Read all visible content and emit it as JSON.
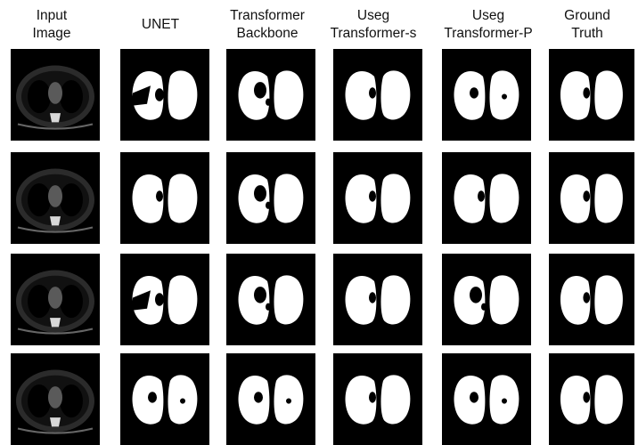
{
  "columns": [
    {
      "key": "input",
      "label": "Input\nImage"
    },
    {
      "key": "unet",
      "label": "UNET"
    },
    {
      "key": "transformer_backbone",
      "label": "Transformer\nBackbone"
    },
    {
      "key": "useg_transformer_s",
      "label": "Useg\nTransformer-s"
    },
    {
      "key": "useg_transformer_p",
      "label": "Useg\nTransformer-P"
    },
    {
      "key": "ground_truth",
      "label": "Ground\nTruth"
    }
  ],
  "rows": [
    {
      "key": "row1"
    },
    {
      "key": "row2"
    },
    {
      "key": "row3"
    },
    {
      "key": "row4"
    }
  ],
  "colors": {
    "background": "#000000",
    "mask": "#ffffff",
    "tissue": "#5a5a5a",
    "bone": "#d8d8d8"
  }
}
